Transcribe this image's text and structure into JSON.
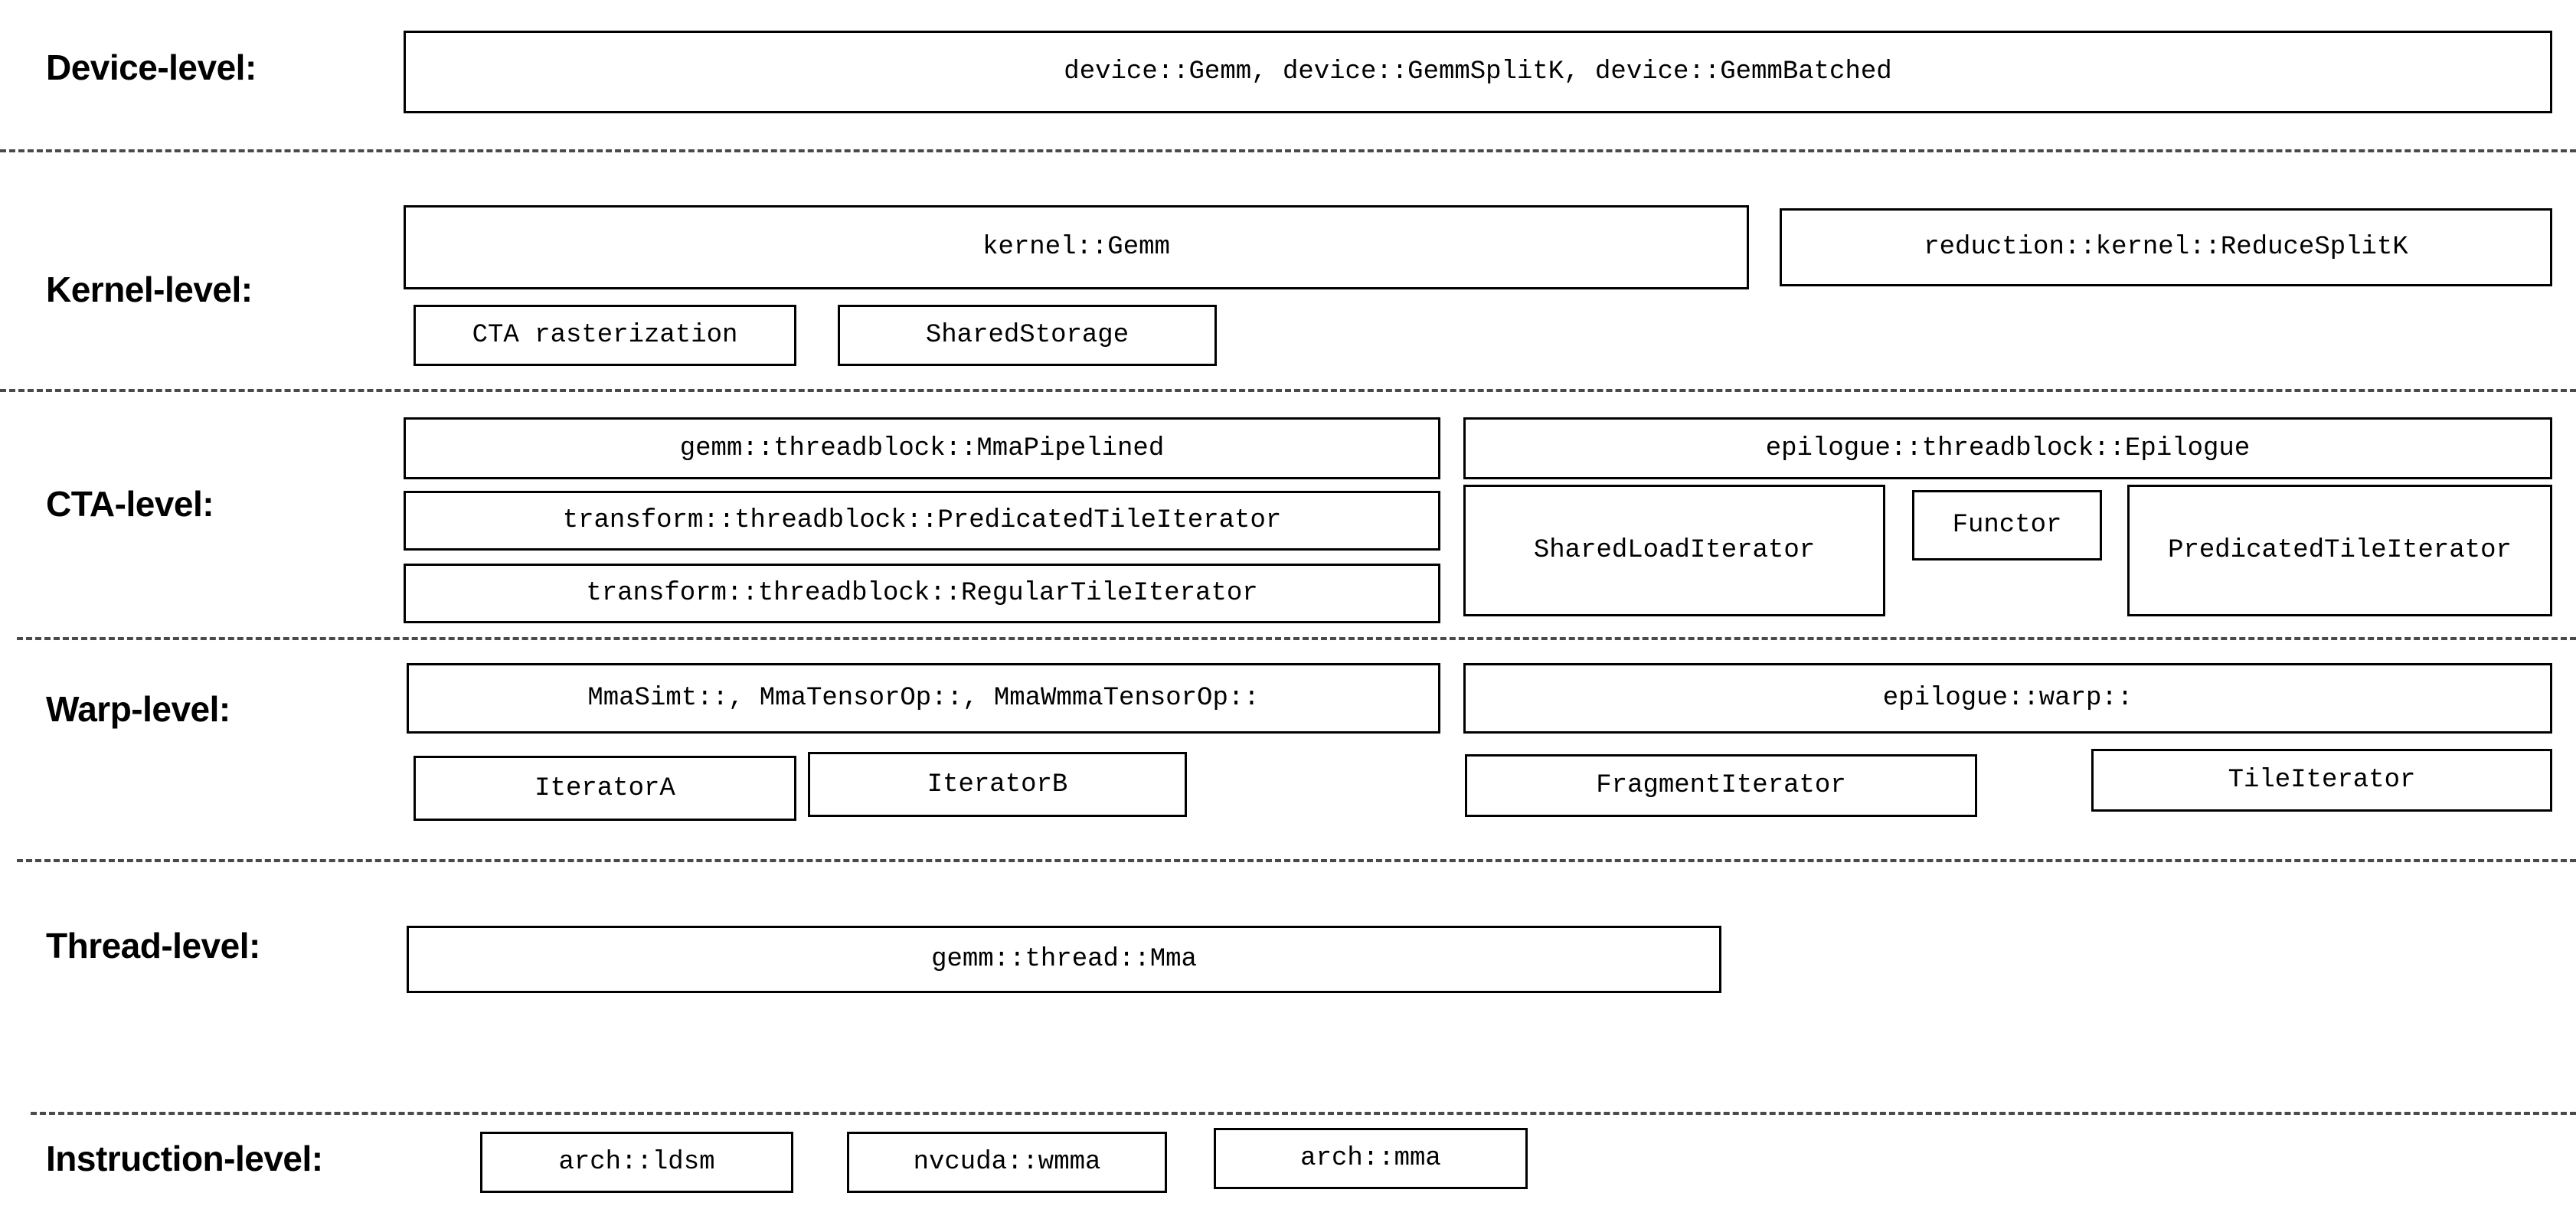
{
  "diagram": {
    "title": "CUTLASS GEMM hierarchy levels",
    "colors": {
      "background": "#ffffff",
      "box_border": "#000000",
      "text": "#000000",
      "divider": "#4a4a4a"
    },
    "levels": [
      {
        "id": "device",
        "label": "Device-level:",
        "boxes": [
          {
            "id": "device-gemm",
            "text": "device::Gemm, device::GemmSplitK, device::GemmBatched"
          }
        ]
      },
      {
        "id": "kernel",
        "label": "Kernel-level:",
        "boxes": [
          {
            "id": "kernel-gemm",
            "text": "kernel::Gemm"
          },
          {
            "id": "reduction-kernel-reducesplitk",
            "text": "reduction::kernel::ReduceSplitK"
          },
          {
            "id": "cta-rasterization",
            "text": "CTA rasterization"
          },
          {
            "id": "shared-storage",
            "text": "SharedStorage"
          }
        ]
      },
      {
        "id": "cta",
        "label": "CTA-level:",
        "boxes": [
          {
            "id": "gemm-threadblock-mmapipelined",
            "text": "gemm::threadblock::MmaPipelined"
          },
          {
            "id": "epilogue-threadblock-epilogue",
            "text": "epilogue::threadblock::Epilogue"
          },
          {
            "id": "transform-threadblock-predicatedtileiterator",
            "text": "transform::threadblock::PredicatedTileIterator"
          },
          {
            "id": "shared-load-iterator",
            "text": "SharedLoadIterator"
          },
          {
            "id": "functor",
            "text": "Functor"
          },
          {
            "id": "predicated-tile-iterator",
            "text": "PredicatedTileIterator"
          },
          {
            "id": "transform-threadblock-regulartileiterator",
            "text": "transform::threadblock::RegularTileIterator"
          }
        ]
      },
      {
        "id": "warp",
        "label": "Warp-level:",
        "boxes": [
          {
            "id": "mma-variants",
            "text": "MmaSimt::, MmaTensorOp::, MmaWmmaTensorOp::"
          },
          {
            "id": "epilogue-warp",
            "text": "epilogue::warp::"
          },
          {
            "id": "iterator-a",
            "text": "IteratorA"
          },
          {
            "id": "iterator-b",
            "text": "IteratorB"
          },
          {
            "id": "fragment-iterator",
            "text": "FragmentIterator"
          },
          {
            "id": "tile-iterator",
            "text": "TileIterator"
          }
        ]
      },
      {
        "id": "thread",
        "label": "Thread-level:",
        "boxes": [
          {
            "id": "gemm-thread-mma",
            "text": "gemm::thread::Mma"
          }
        ]
      },
      {
        "id": "instruction",
        "label": "Instruction-level:",
        "boxes": [
          {
            "id": "arch-ldsm",
            "text": "arch::ldsm"
          },
          {
            "id": "nvcuda-wmma",
            "text": "nvcuda::wmma"
          },
          {
            "id": "arch-mma",
            "text": "arch::mma"
          }
        ]
      }
    ]
  }
}
